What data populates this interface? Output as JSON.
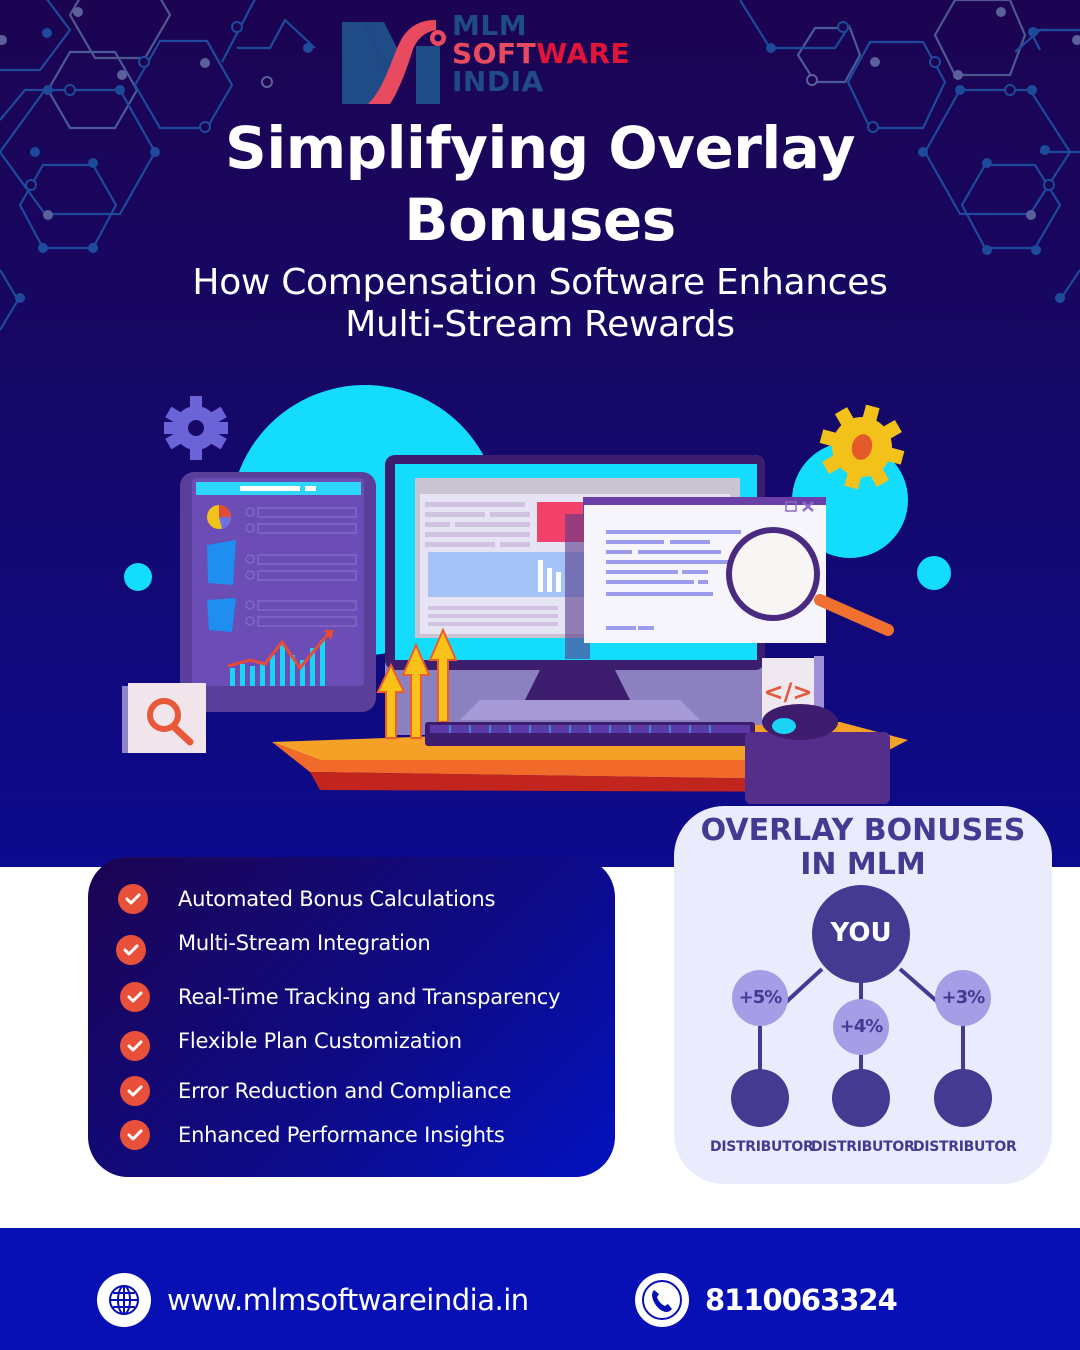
{
  "brand": {
    "logo_line1": "MLM",
    "logo_line2a": "SOFT",
    "logo_line2b": "WARE",
    "logo_line3": "INDIA",
    "colors": {
      "navy": "#1f4b86",
      "pink": "#e84a5f",
      "red": "#e01538"
    }
  },
  "header": {
    "title_line1": "Simplifying Overlay",
    "title_line2": "Bonuses",
    "subtitle_line1": "How Compensation Software Enhances",
    "subtitle_line2": "Multi-Stream Rewards"
  },
  "illustration": {
    "description": "Desk with tablet dashboard, monitor, browser window, magnifying glass, gears, growth arrows, code card, mouse",
    "icons": [
      "gear-icon",
      "gear-icon",
      "magnifier-icon",
      "code-icon",
      "pie-chart-icon",
      "bar-chart-icon",
      "growth-arrows-icon"
    ]
  },
  "features": {
    "items": [
      {
        "label": "Automated Bonus Calculations",
        "icon": "check-circle-icon"
      },
      {
        "label": "Multi-Stream Integration",
        "icon": "check-circle-icon"
      },
      {
        "label": "Real-Time Tracking and Transparency",
        "icon": "check-circle-icon"
      },
      {
        "label": "Flexible Plan Customization",
        "icon": "check-circle-icon"
      },
      {
        "label": "Error Reduction and Compliance",
        "icon": "check-circle-icon"
      },
      {
        "label": "Enhanced Performance Insights",
        "icon": "check-circle-icon"
      }
    ],
    "check_color": "#e8503a"
  },
  "overlay_diagram": {
    "title_line1": "OVERLAY BONUSES",
    "title_line2": "IN MLM",
    "root_label": "YOU",
    "branches": [
      {
        "bonus": "+5%",
        "node_label": "DISTRIBUTOR"
      },
      {
        "bonus": "+4%",
        "node_label": "DISTRIBUTOR"
      },
      {
        "bonus": "+3%",
        "node_label": "DISTRIBUTOR"
      }
    ],
    "colors": {
      "dark": "#443a92",
      "light": "#a59de6",
      "bg": "#eaebfd"
    }
  },
  "footer": {
    "website": "www.mlmsoftwareindia.in",
    "phone": "8110063324",
    "website_icon": "globe-icon",
    "phone_icon": "phone-icon",
    "bg_color": "#0610b5"
  }
}
